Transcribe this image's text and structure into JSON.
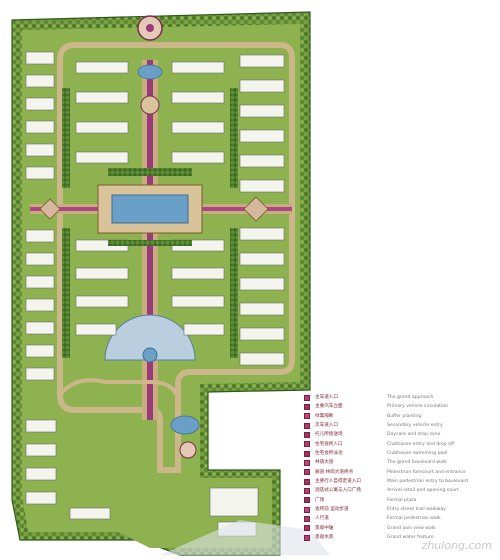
{
  "legend": {
    "swatch_colors": [
      "#b93a76",
      "#9e2f61",
      "#c2457f",
      "#b03a6e",
      "#a33366",
      "#b93a76",
      "#9e2f61",
      "#c2457f",
      "#b03a6e",
      "#a33366",
      "#b93a76",
      "#9e2f61",
      "#c2457f",
      "#b03a6e",
      "#a33366",
      "#b93a76"
    ],
    "items": [
      {
        "cn": "主车道入口",
        "en": "The grand approach"
      },
      {
        "cn": "主要汽车立面",
        "en": "Primary vehicle circulation"
      },
      {
        "cn": "绿篱隔断",
        "en": "Buffer planting"
      },
      {
        "cn": "次车道入口",
        "en": "Secondary vehicle entry"
      },
      {
        "cn": "托儿所接送场",
        "en": "Daycare and drop zone"
      },
      {
        "cn": "住宅会所入口",
        "en": "Clubhouse entry and drop off"
      },
      {
        "cn": "住宅会所泳池",
        "en": "Clubhouse swimming pool"
      },
      {
        "cn": "林荫大道",
        "en": "The grand boulevard walk"
      },
      {
        "cn": "廊道 林荫大道终点",
        "en": "Pedestrian forecourt and entrance"
      },
      {
        "cn": "主要行人自得走道入口",
        "en": "Main pedestrian entry to boulevard"
      },
      {
        "cn": "酒店式公寓与入口广场",
        "en": "Arrival retail and opening court"
      },
      {
        "cn": "广场",
        "en": "Formal plaza"
      },
      {
        "cn": "会所前 运动步道",
        "en": "Entry street trail walkway"
      },
      {
        "cn": "人行道",
        "en": "Formal pedestrian walk"
      },
      {
        "cn": "景观中轴",
        "en": "Grand axis view walk"
      },
      {
        "cn": "景观水景",
        "en": "Grand water feature"
      }
    ]
  },
  "watermark": "zhulong.com",
  "colors": {
    "grass": "#7da045",
    "grass_dark": "#4e7a2c",
    "building": "#f4f4ef",
    "path": "#d9c9a0",
    "purple_walk": "#9b3a7a",
    "water": "#6a9fc8"
  }
}
